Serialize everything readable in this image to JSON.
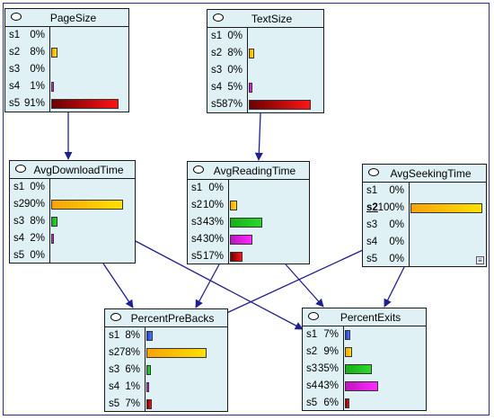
{
  "colors": {
    "node_bg": "#dff1f4",
    "edge": "#1f1f8f",
    "s1": "#2b57e8",
    "s2": "#f2b409",
    "s3": "#1fbf1f",
    "s4": "#d21ad2",
    "s5": "#8b0000"
  },
  "nodes": [
    {
      "id": "PageSize",
      "title": "PageSize",
      "states": [
        {
          "label": "s1",
          "pct": "0%",
          "value": 0
        },
        {
          "label": "s2",
          "pct": "8%",
          "value": 8
        },
        {
          "label": "s3",
          "pct": "0%",
          "value": 0
        },
        {
          "label": "s4",
          "pct": "1%",
          "value": 1
        },
        {
          "label": "s5",
          "pct": "91%",
          "value": 91
        }
      ]
    },
    {
      "id": "TextSize",
      "title": "TextSize",
      "states": [
        {
          "label": "s1",
          "pct": "0%",
          "value": 0
        },
        {
          "label": "s2",
          "pct": "8%",
          "value": 8
        },
        {
          "label": "s3",
          "pct": "0%",
          "value": 0
        },
        {
          "label": "s4",
          "pct": "5%",
          "value": 5
        },
        {
          "label": "s5",
          "pct": "87%",
          "value": 87
        }
      ]
    },
    {
      "id": "AvgDownloadTime",
      "title": "AvgDownloadTime",
      "states": [
        {
          "label": "s1",
          "pct": "0%",
          "value": 0
        },
        {
          "label": "s2",
          "pct": "90%",
          "value": 90
        },
        {
          "label": "s3",
          "pct": "8%",
          "value": 8
        },
        {
          "label": "s4",
          "pct": "2%",
          "value": 2
        },
        {
          "label": "s5",
          "pct": "0%",
          "value": 0
        }
      ]
    },
    {
      "id": "AvgReadingTime",
      "title": "AvgReadingTime",
      "states": [
        {
          "label": "s1",
          "pct": "0%",
          "value": 0
        },
        {
          "label": "s2",
          "pct": "10%",
          "value": 10
        },
        {
          "label": "s3",
          "pct": "43%",
          "value": 43
        },
        {
          "label": "s4",
          "pct": "30%",
          "value": 30
        },
        {
          "label": "s5",
          "pct": "17%",
          "value": 17
        }
      ]
    },
    {
      "id": "AvgSeekingTime",
      "title": "AvgSeekingTime",
      "states": [
        {
          "label": "s1",
          "pct": "0%",
          "value": 0
        },
        {
          "label": "s2",
          "pct": "100%",
          "value": 100,
          "selected": true
        },
        {
          "label": "s3",
          "pct": "0%",
          "value": 0
        },
        {
          "label": "s4",
          "pct": "0%",
          "value": 0
        },
        {
          "label": "s5",
          "pct": "0%",
          "value": 0
        }
      ]
    },
    {
      "id": "PercentPreBacks",
      "title": "PercentPreBacks",
      "states": [
        {
          "label": "s1",
          "pct": "8%",
          "value": 8
        },
        {
          "label": "s2",
          "pct": "78%",
          "value": 78
        },
        {
          "label": "s3",
          "pct": "6%",
          "value": 6
        },
        {
          "label": "s4",
          "pct": "1%",
          "value": 1
        },
        {
          "label": "s5",
          "pct": "7%",
          "value": 7
        }
      ]
    },
    {
      "id": "PercentExits",
      "title": "PercentExits",
      "states": [
        {
          "label": "s1",
          "pct": "7%",
          "value": 7
        },
        {
          "label": "s2",
          "pct": "9%",
          "value": 9
        },
        {
          "label": "s3",
          "pct": "35%",
          "value": 35
        },
        {
          "label": "s4",
          "pct": "43%",
          "value": 43
        },
        {
          "label": "s5",
          "pct": "6%",
          "value": 6
        }
      ]
    }
  ],
  "edges": [
    {
      "from": "PageSize",
      "to": "AvgDownloadTime"
    },
    {
      "from": "TextSize",
      "to": "AvgReadingTime"
    },
    {
      "from": "AvgDownloadTime",
      "to": "PercentPreBacks"
    },
    {
      "from": "AvgDownloadTime",
      "to": "PercentExits"
    },
    {
      "from": "AvgReadingTime",
      "to": "PercentPreBacks"
    },
    {
      "from": "AvgReadingTime",
      "to": "PercentExits"
    },
    {
      "from": "AvgSeekingTime",
      "to": "PercentPreBacks"
    },
    {
      "from": "AvgSeekingTime",
      "to": "PercentExits"
    }
  ]
}
